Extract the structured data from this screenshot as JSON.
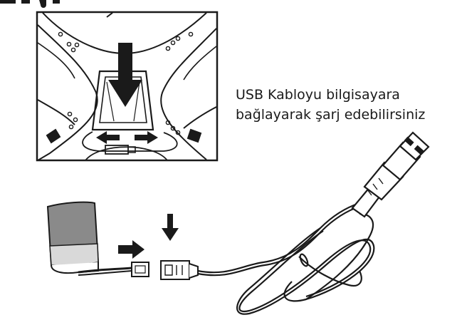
{
  "instruction": {
    "line1": "USB Kabloyu bilgisayara",
    "line2": "bağlayarak şarj edebilirsiniz"
  },
  "colors": {
    "ink": "#1a1a1a",
    "battery_dark": "#8a8a8a",
    "battery_light": "#d9d9d9"
  },
  "icons": [
    "down-arrow-icon",
    "right-arrow-icon",
    "left-right-arrows-icon",
    "usb-plug-icon",
    "battery-pack-icon",
    "drone-bottom-view"
  ]
}
